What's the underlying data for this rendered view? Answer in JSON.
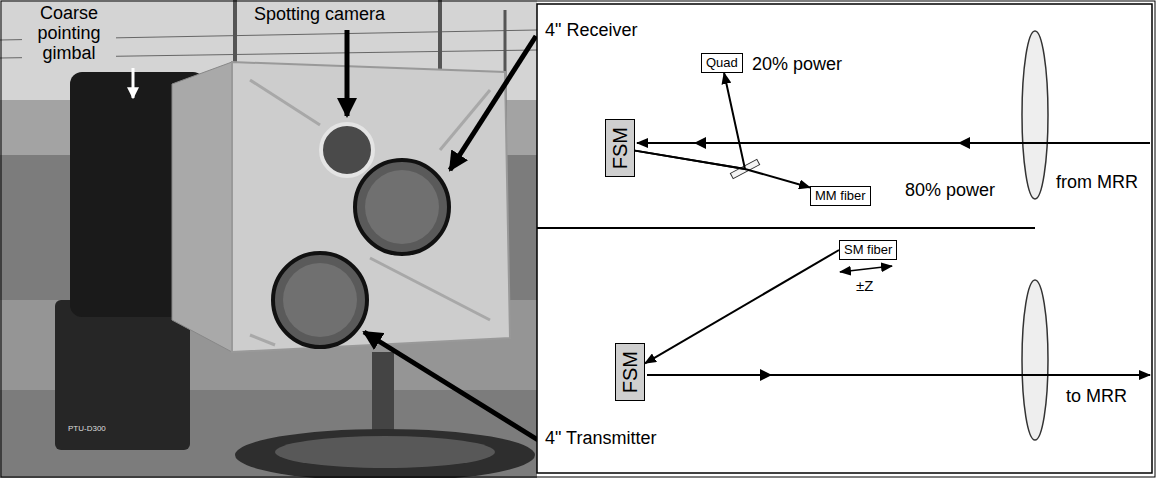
{
  "diagram": {
    "nodes": [
      {
        "text": [
          "Quad"
        ]
      },
      {
        "text": [
          "FSM"
        ]
      },
      {
        "text": [
          "MM fiber"
        ]
      },
      {
        "text": [
          "SM fiber"
        ]
      },
      {
        "text": [
          "FSM"
        ]
      }
    ],
    "edges": [
      {
        "from": 1,
        "to": 2,
        "arrow": "to"
      },
      {
        "from": 1,
        "to": 0,
        "arrow": "to"
      },
      {
        "from": 3,
        "to": 4,
        "arrow": "to"
      }
    ],
    "labels": [
      "Coarse pointing gimbal",
      "Spotting camera",
      "4\" Receiver",
      "4\" Transmitter",
      "20% power",
      "from MRR",
      "80% power",
      "±Z",
      "to MRR",
      "PTU-D300"
    ]
  }
}
